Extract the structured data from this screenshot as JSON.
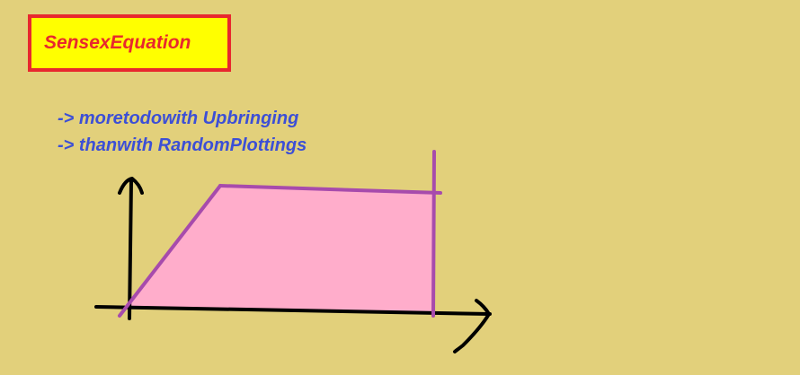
{
  "title": "SensexEquation",
  "notes": [
    "-> moretodowith Upbringing",
    "-> thanwith RandomPlottings"
  ],
  "colors": {
    "background": "#e2d07b",
    "title_fill": "#ffff00",
    "title_border": "#e8282e",
    "title_text": "#e8282e",
    "notes_text": "#3c4fd6",
    "shape_fill": "#ffadcb",
    "shape_stroke": "#a74bac",
    "axes": "#000000"
  }
}
